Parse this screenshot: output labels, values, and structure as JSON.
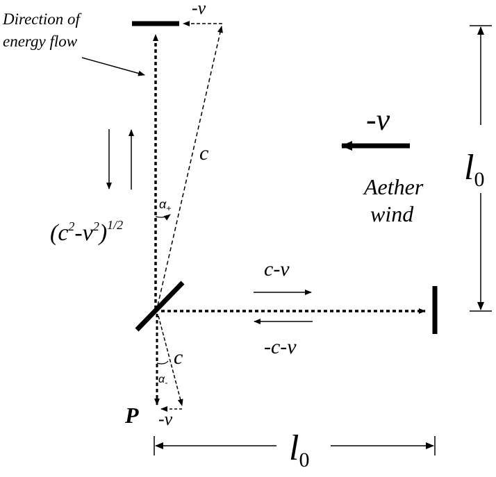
{
  "labels": {
    "direction_line1": "Direction of",
    "direction_line2": "energy flow",
    "top_velocity": "-v",
    "c_upper": "c",
    "alpha_plus_base": "α",
    "alpha_plus_sub": "+",
    "sqrt_open": "(c",
    "sqrt_exp1": "2",
    "sqrt_mid": "-v",
    "sqrt_exp2": "2",
    "sqrt_close": ")",
    "sqrt_power": "1/2",
    "wind_velocity": "-v",
    "wind_line1": "Aether",
    "wind_line2": "wind",
    "length_right_base": "l",
    "length_right_sub": "0",
    "c_minus_v": "c-v",
    "minus_c_minus_v": "-c-v",
    "c_lower": "c",
    "alpha_minus_base": "α",
    "alpha_minus_sub": "-",
    "point_p": "P",
    "bottom_velocity": "-v",
    "length_bottom_base": "l",
    "length_bottom_sub": "0"
  },
  "colors": {
    "ink": "#000000",
    "background": "#ffffff"
  }
}
